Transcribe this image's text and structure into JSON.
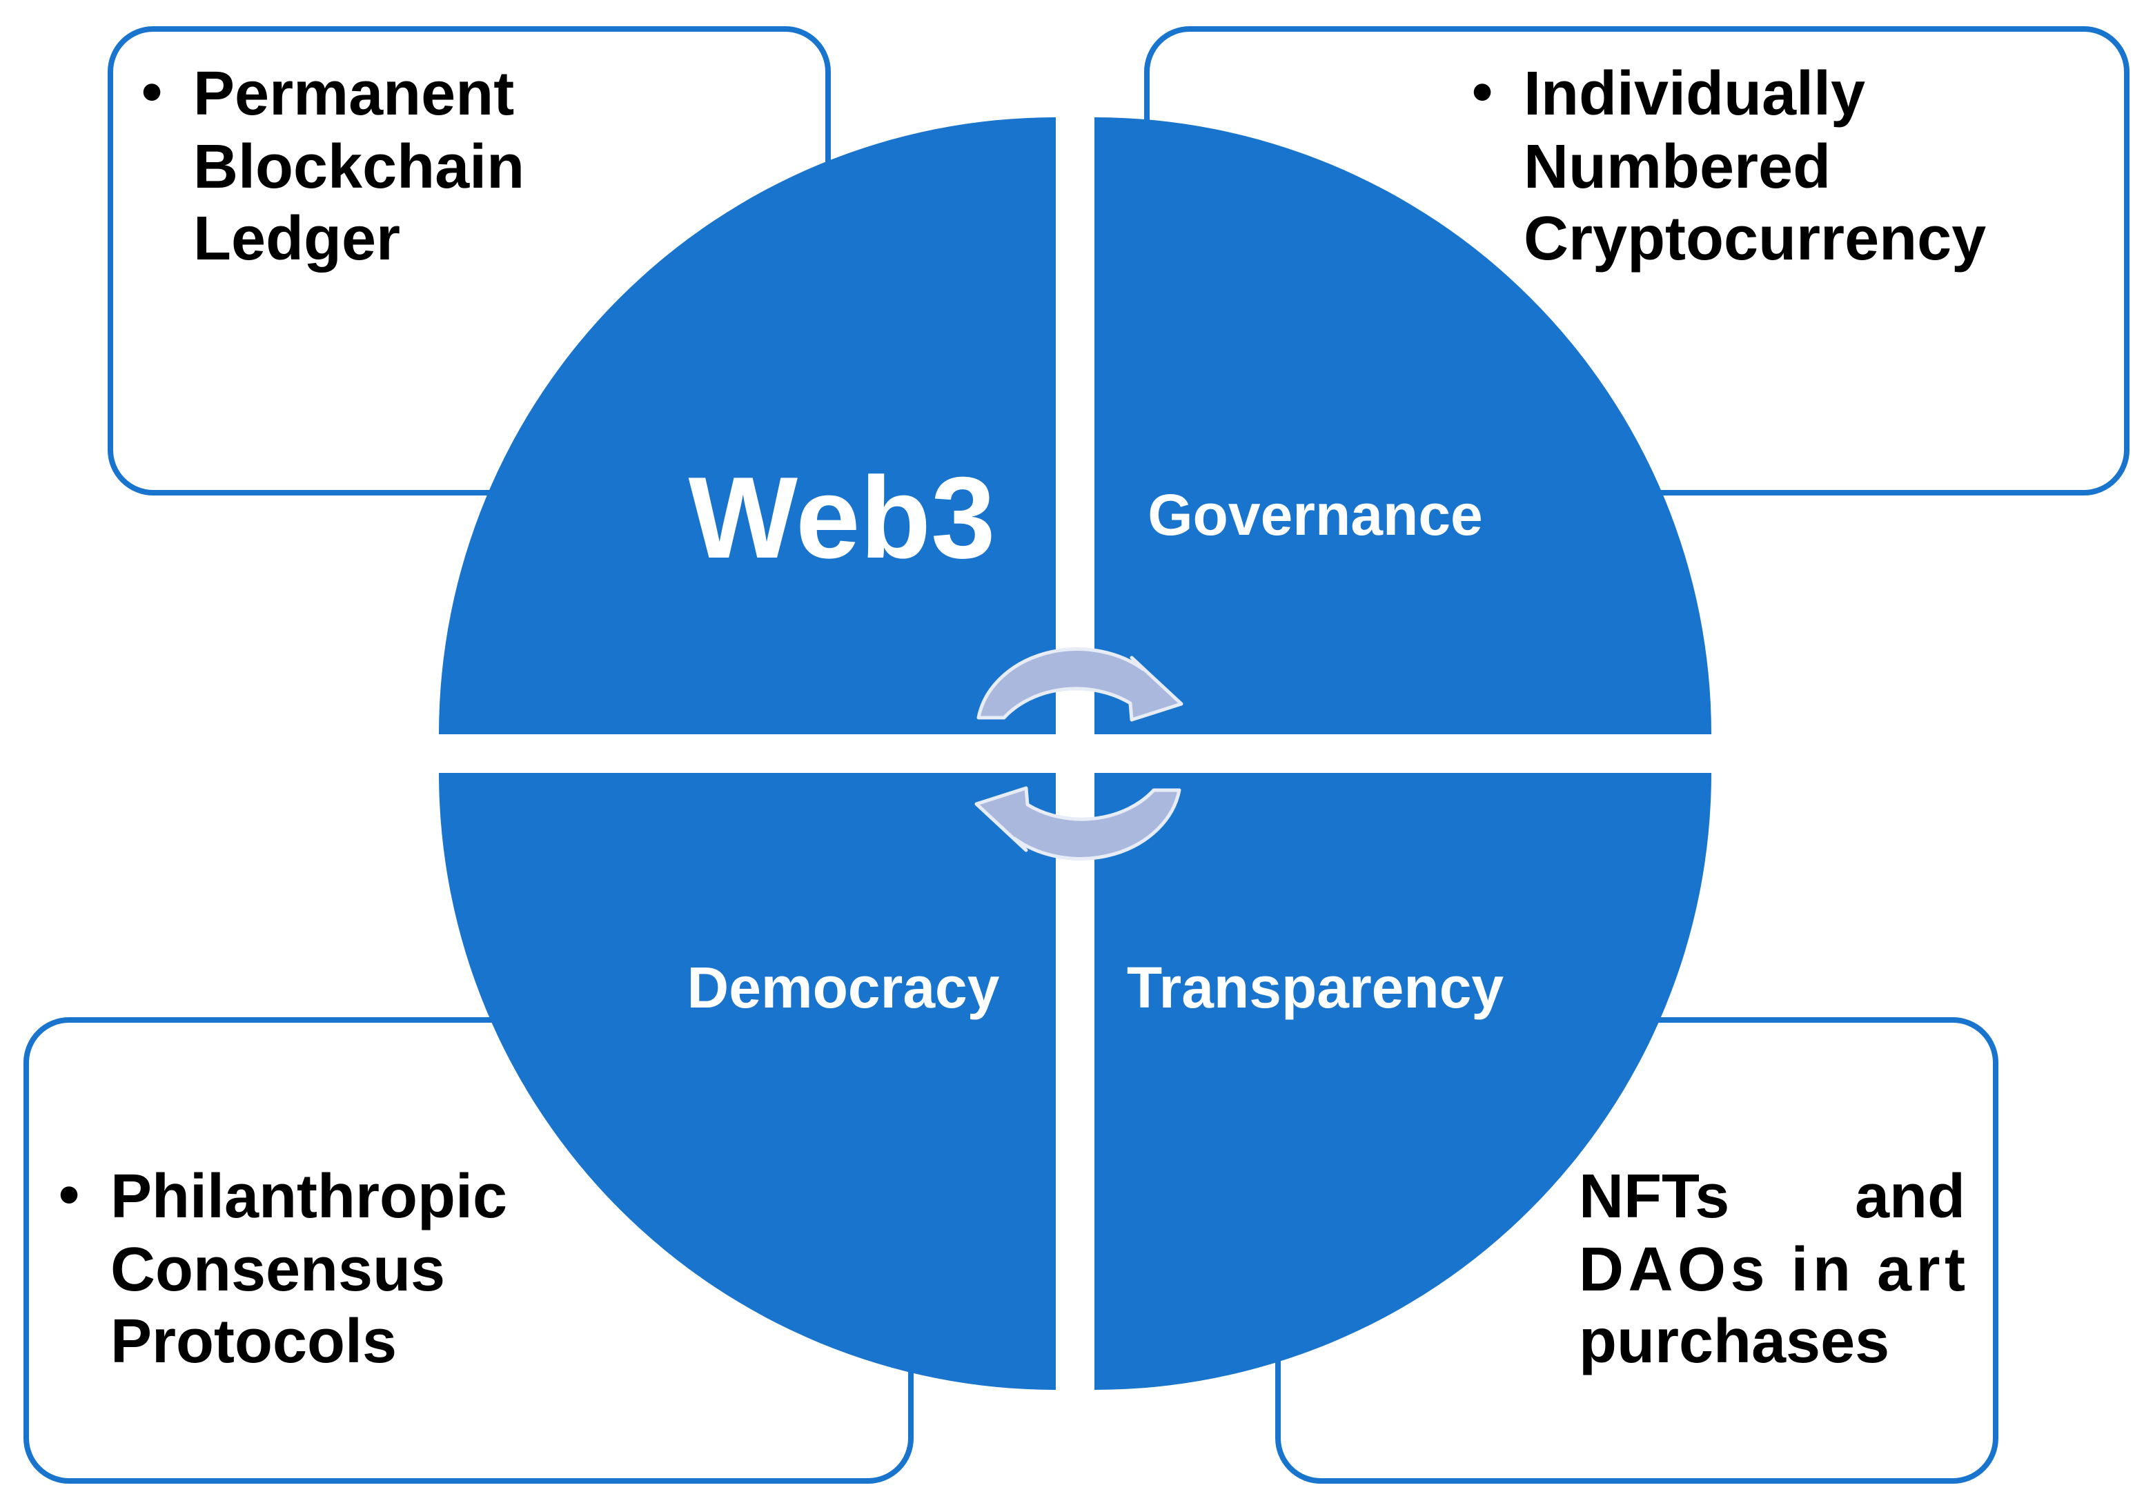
{
  "colors": {
    "circle_fill": "#1874CD",
    "box_stroke": "#1874CD",
    "box_fill": "#FFFFFF",
    "arrow_fill": "#A9B8DC",
    "arrow_stroke": "#E8ECF6",
    "box_text": "#000000",
    "quadrant_text": "#FFFFFF"
  },
  "diagram": {
    "center_title": "Web3",
    "quadrants": {
      "top_right": "Governance",
      "bottom_left": "Democracy",
      "bottom_right": "Transparency"
    },
    "boxes": {
      "top_left": {
        "bullet": "•",
        "lines": [
          "Permanent",
          "Blockchain",
          "Ledger"
        ]
      },
      "top_right": {
        "bullet": "•",
        "lines": [
          "Individually",
          "Numbered",
          "Cryptocurrency"
        ]
      },
      "bottom_left": {
        "bullet": "•",
        "lines": [
          "Philanthropic",
          "Consensus",
          "Protocols"
        ]
      },
      "bottom_right": {
        "line1_left": "NFTs",
        "line1_right": "and",
        "line2": "DAOs in art",
        "line3": "purchases"
      }
    },
    "arrows": {
      "top": "clockwise-arrow-icon",
      "bottom": "counterclockwise-arrow-icon"
    }
  }
}
